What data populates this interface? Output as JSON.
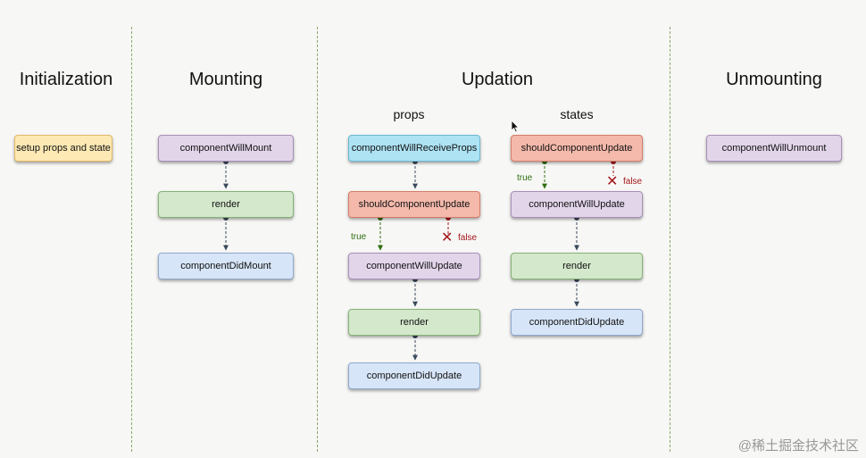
{
  "phases": {
    "initialization": "Initialization",
    "mounting": "Mounting",
    "updation": "Updation",
    "unmounting": "Unmounting"
  },
  "subheads": {
    "props": "props",
    "states": "states"
  },
  "initialization": {
    "setup": "setup props and state"
  },
  "mounting": {
    "will_mount": "componentWillMount",
    "render": "render",
    "did_mount": "componentDidMount"
  },
  "props": {
    "will_receive": "componentWillReceiveProps",
    "should_update": "shouldComponentUpdate",
    "will_update": "componentWillUpdate",
    "render": "render",
    "did_update": "componentDidUpdate",
    "true_label": "true",
    "false_label": "false"
  },
  "states": {
    "should_update": "shouldComponentUpdate",
    "will_update": "componentWillUpdate",
    "render": "render",
    "did_update": "componentDidUpdate",
    "true_label": "true",
    "false_label": "false"
  },
  "unmounting": {
    "will_unmount": "componentWillUnmount"
  },
  "watermark": "@稀土掘金技术社区",
  "colors": {
    "initialization": "#fde9b4",
    "will": "#e2d5ea",
    "render": "#d4e8cc",
    "did": "#d7e5f8",
    "receive": "#aee3f4",
    "should": "#f4b9ab",
    "true_branch": "#2f6f12",
    "false_branch": "#a4161a",
    "connector": "#3b4a5c"
  },
  "icons": {
    "cursor": "arrow-cursor-icon",
    "false_stop": "cross-icon"
  }
}
